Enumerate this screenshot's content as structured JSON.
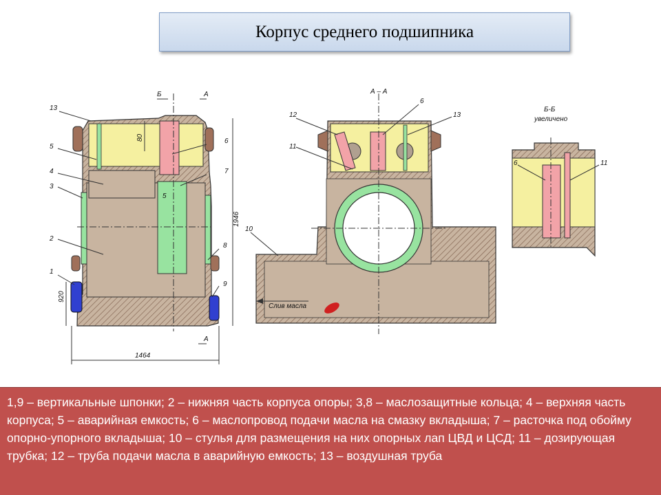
{
  "slide": {
    "title": "Корпус среднего подшипника",
    "caption": "1,9 – вертикальные шпонки; 2 – нижняя часть корпуса опоры; 3,8 – маслозащитные кольца; 4 – верхняя часть корпуса; 5 – аварийная емкость; 6 – маслопровод подачи  масла на смазку вкладыша; 7 – расточка под обойму опорно-упорного вкладыша; 10 – стулья для размещения на них опорных лап ЦВД и ЦСД; 11 – дозирующая трубка; 12 – труба подачи масла в аварийную емкость; 13 – воздушная труба"
  },
  "drawing": {
    "left_view": {
      "labels": {
        "n13": "13",
        "n5": "5",
        "n4": "4",
        "n3": "3",
        "n2": "2",
        "n1": "1",
        "n6": "6",
        "n7": "7",
        "n8": "8",
        "n9": "9",
        "n5b": "5"
      },
      "section_b": "Б",
      "section_a": "А",
      "section_a_bottom": "А",
      "dim_80": "80",
      "dim_1946": "1946",
      "dim_920": "920",
      "dim_1464": "1464"
    },
    "center_view": {
      "section_title": "А – А",
      "labels": {
        "n12": "12",
        "n11": "11",
        "n6": "6",
        "n13": "13",
        "n10": "10"
      },
      "drain_label": "Слив масла"
    },
    "right_view": {
      "section_title": "Б-Б",
      "subtitle": "увеличено",
      "labels": {
        "n6": "6",
        "n11": "11"
      }
    }
  },
  "colors": {
    "body": "#c8b4a0",
    "yellow": "#f5f0a0",
    "green": "#98e3a0",
    "pink": "#f2a3a8",
    "blue": "#3040d0",
    "caption_bg": "#c0504d",
    "title_border": "#7f9cc6"
  }
}
